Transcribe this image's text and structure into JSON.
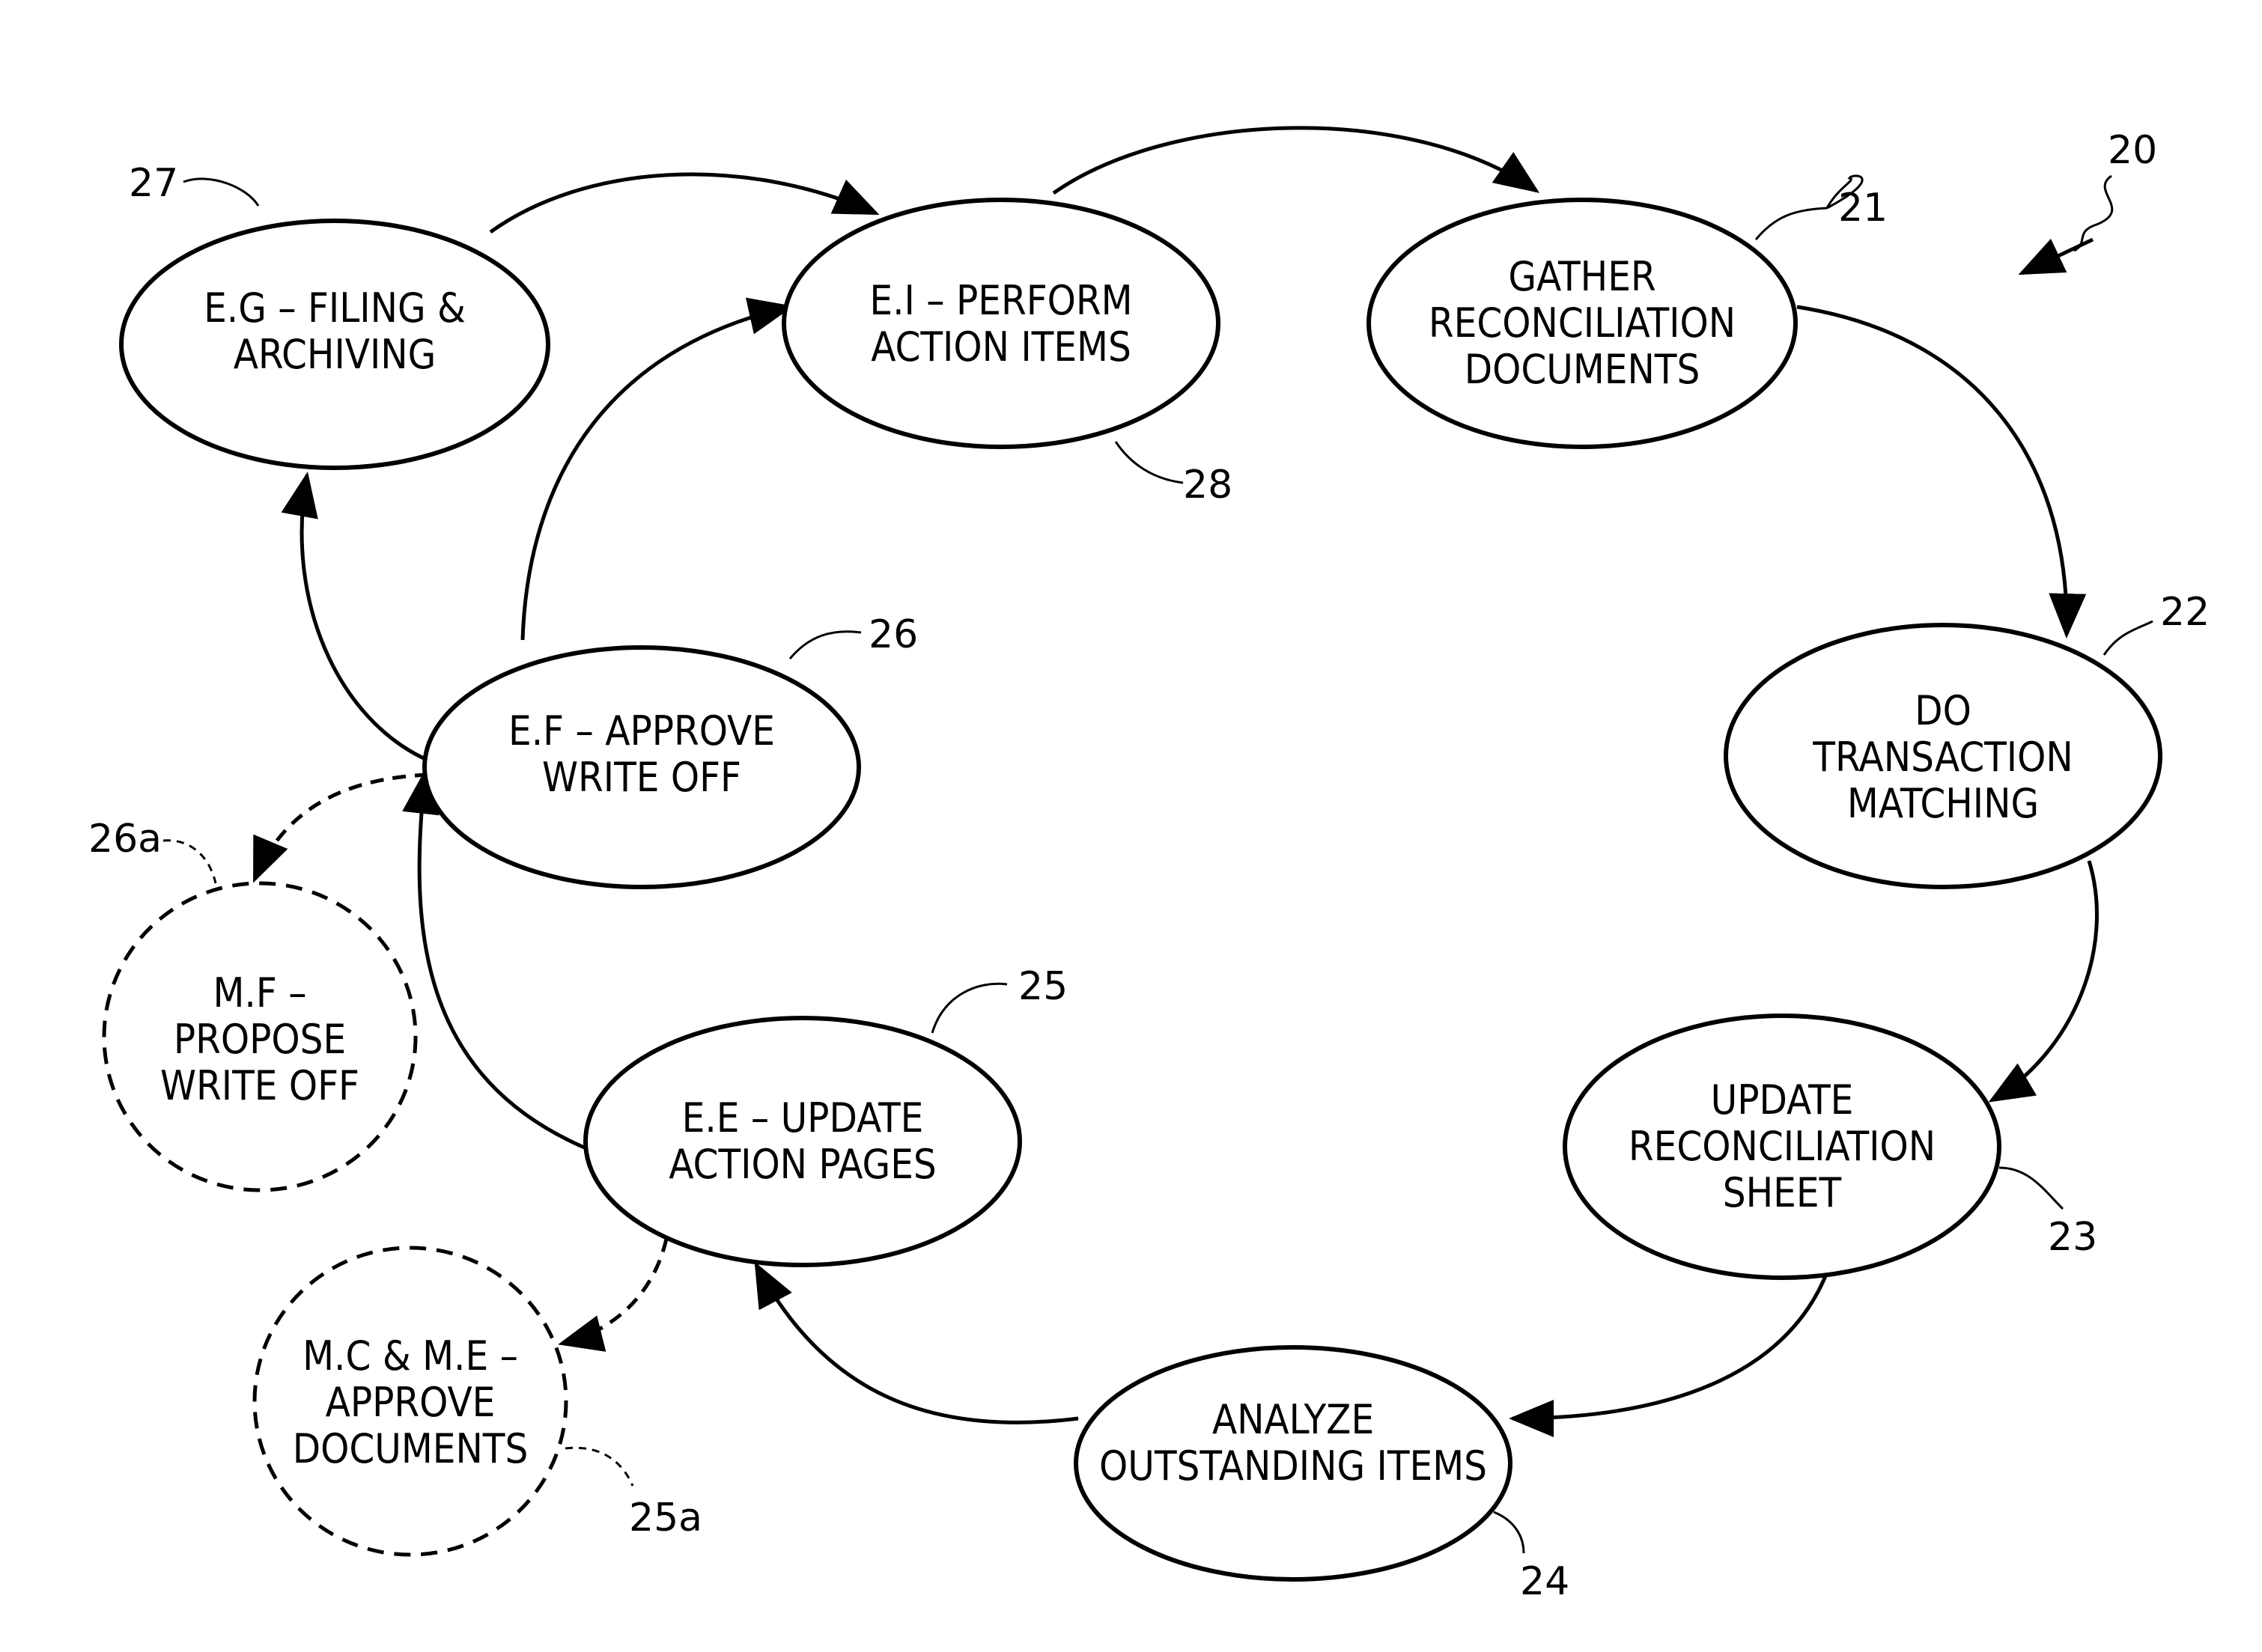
{
  "figure_ref": "20",
  "nodes": [
    {
      "id": "n21",
      "ref": "21",
      "lines": [
        "GATHER",
        "RECONCILIATION",
        "DOCUMENTS"
      ],
      "style": "solid"
    },
    {
      "id": "n22",
      "ref": "22",
      "lines": [
        "DO",
        "TRANSACTION",
        "MATCHING"
      ],
      "style": "solid"
    },
    {
      "id": "n23",
      "ref": "23",
      "lines": [
        "UPDATE",
        "RECONCILIATION",
        "SHEET"
      ],
      "style": "solid"
    },
    {
      "id": "n24",
      "ref": "24",
      "lines": [
        "ANALYZE",
        "OUTSTANDING  ITEMS"
      ],
      "style": "solid"
    },
    {
      "id": "n25",
      "ref": "25",
      "lines": [
        "E.E  –  UPDATE",
        "ACTION PAGES"
      ],
      "style": "solid"
    },
    {
      "id": "n25a",
      "ref": "25a",
      "lines": [
        "M.C & M.E –",
        "APPROVE",
        "DOCUMENTS"
      ],
      "style": "dashed"
    },
    {
      "id": "n26",
      "ref": "26",
      "lines": [
        "E.F  –  APPROVE",
        "WRITE  OFF"
      ],
      "style": "solid"
    },
    {
      "id": "n26a",
      "ref": "26a",
      "lines": [
        "M.F  –",
        "PROPOSE",
        "WRITE  OFF"
      ],
      "style": "dashed"
    },
    {
      "id": "n27",
      "ref": "27",
      "lines": [
        "E.G  –  FILING  &",
        "ARCHIVING"
      ],
      "style": "solid"
    },
    {
      "id": "n28",
      "ref": "28",
      "lines": [
        "E.I  –  PERFORM",
        "ACTION  ITEMS"
      ],
      "style": "solid"
    }
  ],
  "edges": [
    {
      "from": "n28",
      "to": "n21",
      "style": "solid"
    },
    {
      "from": "n21",
      "to": "n22",
      "style": "solid"
    },
    {
      "from": "n22",
      "to": "n23",
      "style": "solid"
    },
    {
      "from": "n23",
      "to": "n24",
      "style": "solid"
    },
    {
      "from": "n24",
      "to": "n25",
      "style": "solid"
    },
    {
      "from": "n25",
      "to": "n26",
      "style": "solid"
    },
    {
      "from": "n26",
      "to": "n27",
      "style": "solid"
    },
    {
      "from": "n26",
      "to": "n28",
      "style": "solid"
    },
    {
      "from": "n27",
      "to": "n28",
      "style": "solid"
    },
    {
      "from": "n25",
      "to": "n25a",
      "style": "dashed"
    },
    {
      "from": "n26",
      "to": "n26a",
      "style": "dashed"
    }
  ]
}
